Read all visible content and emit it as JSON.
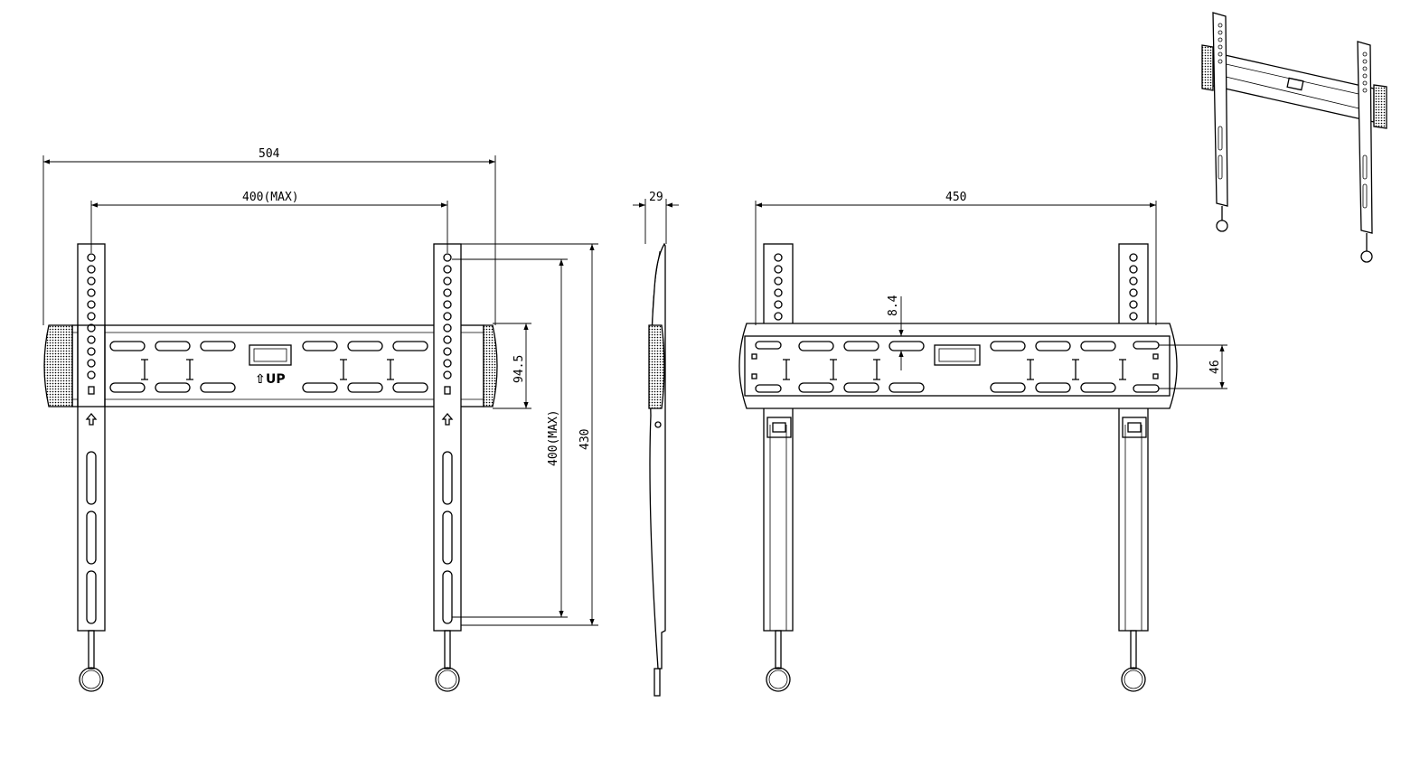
{
  "dimensions": {
    "overall_width": "504",
    "vesa_horizontal": "400(MAX)",
    "depth": "29",
    "rail_spacing": "450",
    "slot_offset": "8.4",
    "plate_height": "94.5",
    "vesa_vertical": "400(MAX)",
    "overall_height": "430",
    "hole_spacing": "46"
  },
  "labels": {
    "up_marker": "UP",
    "up_arrow": "⇧"
  }
}
